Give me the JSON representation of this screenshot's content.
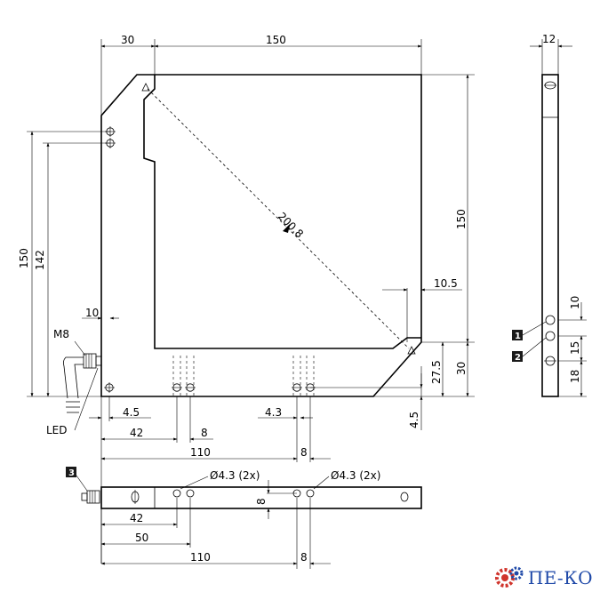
{
  "dims": {
    "top_30": "30",
    "top_150": "150",
    "side_12": "12",
    "diag_2008": "200.8",
    "right_150": "150",
    "d_105": "10.5",
    "left_150": "150",
    "left_142": "142",
    "d_10_led": "10",
    "m8": "M8",
    "led": "LED",
    "d_45_bot": "4.5",
    "d_42": "42",
    "d_8a": "8",
    "d_43": "4.3",
    "d_110": "110",
    "d_8b": "8",
    "d_275": "27.5",
    "d_30_right": "30",
    "d_45_right": "4.5",
    "side_10": "10",
    "side_15": "15",
    "side_18": "18",
    "badge_1": "1",
    "badge_2": "2",
    "badge_3": "3",
    "bv_hole_a": "Ø4.3 (2x)",
    "bv_hole_b": "Ø4.3 (2x)",
    "bv_8": "8",
    "bv_42": "42",
    "bv_50": "50",
    "bv_110": "110",
    "bv_8b": "8"
  },
  "logo": {
    "text": "ПЕ-КО",
    "icon": "gear-icon"
  }
}
